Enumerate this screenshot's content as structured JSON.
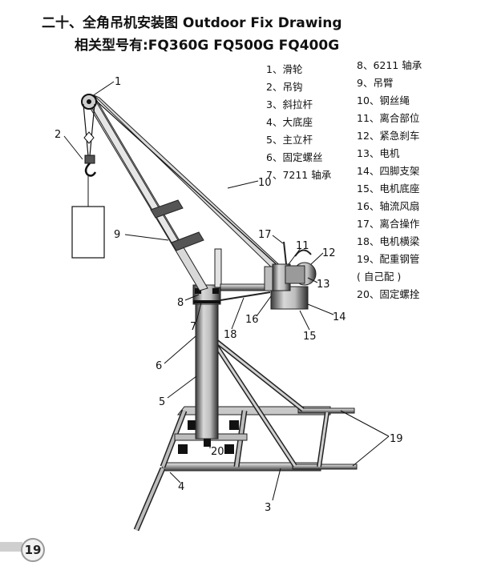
{
  "header": {
    "title_line1": "二十、全角吊机安装图 Outdoor Fix Drawing",
    "title_line2": "相关型号有:FQ360G FQ500G FQ400G"
  },
  "legend_left": [
    "1、滑轮",
    "2、吊钩",
    "3、斜拉杆",
    "4、大底座",
    "5、主立杆",
    "6、固定螺丝",
    "7、7211 轴承"
  ],
  "legend_right": [
    "8、6211 轴承",
    "9、吊臂",
    "10、钢丝绳",
    "11、离合部位",
    "12、紧急刹车",
    "13、电机",
    "14、四脚支架",
    "15、电机底座",
    "16、轴流风扇",
    "17、离合操作",
    "18、电机横梁",
    "19、配重钢管",
    "( 自己配 )",
    "20、固定螺拴"
  ],
  "callouts": {
    "c1": "1",
    "c2": "2",
    "c3": "3",
    "c4": "4",
    "c5": "5",
    "c6": "6",
    "c7": "7",
    "c8": "8",
    "c9": "9",
    "c10": "10",
    "c11": "11",
    "c12": "12",
    "c13": "13",
    "c14": "14",
    "c15": "15",
    "c16": "16",
    "c17": "17",
    "c18": "18",
    "c19": "19",
    "c20": "20"
  },
  "footer": {
    "page_number": "19"
  }
}
